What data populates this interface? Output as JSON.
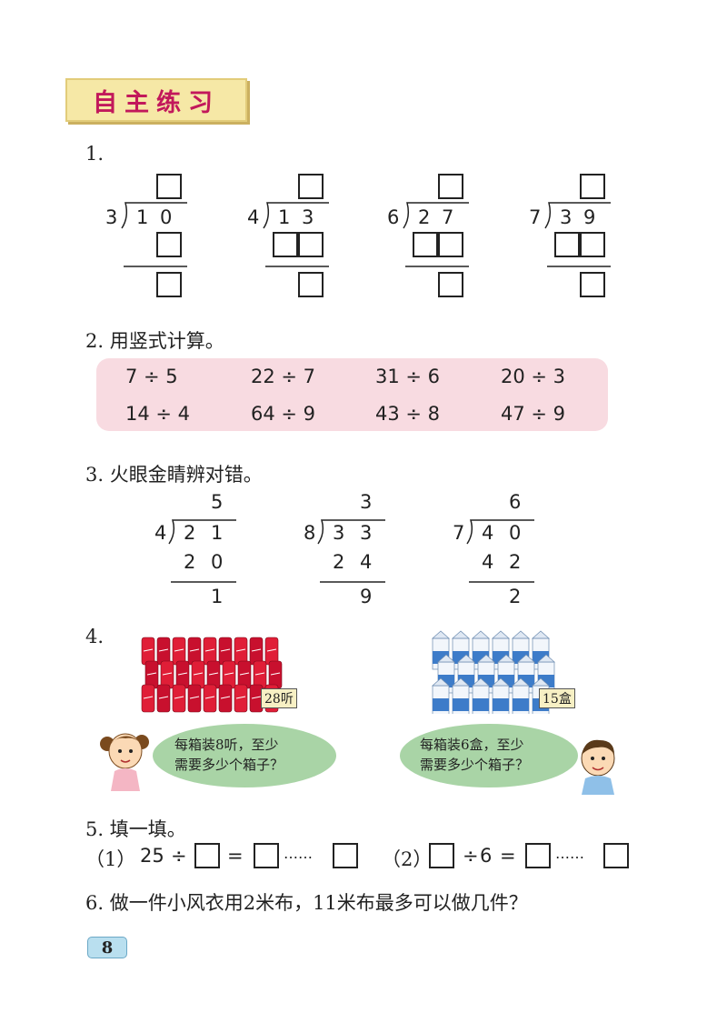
{
  "section_title": "自主练习",
  "q1": {
    "number": "1.",
    "problems": [
      {
        "divisor": "3",
        "dividend": [
          "1",
          "0"
        ]
      },
      {
        "divisor": "4",
        "dividend": [
          "1",
          "3"
        ]
      },
      {
        "divisor": "6",
        "dividend": [
          "2",
          "7"
        ]
      },
      {
        "divisor": "7",
        "dividend": [
          "3",
          "9"
        ]
      }
    ]
  },
  "q2": {
    "label": "2. 用竖式计算。",
    "rows": [
      [
        "7 ÷ 5",
        "22 ÷ 7",
        "31 ÷ 6",
        "20 ÷ 3"
      ],
      [
        "14 ÷ 4",
        "64 ÷ 9",
        "43 ÷ 8",
        "47 ÷ 9"
      ]
    ]
  },
  "q3": {
    "label": "3. 火眼金睛辨对错。",
    "problems": [
      {
        "quotient": "5",
        "divisor": "4",
        "dividend": [
          "2",
          "1"
        ],
        "product": [
          "2",
          "0"
        ],
        "remainder": "1"
      },
      {
        "quotient": "3",
        "divisor": "8",
        "dividend": [
          "3",
          "3"
        ],
        "product": [
          "2",
          "4"
        ],
        "remainder": "9"
      },
      {
        "quotient": "6",
        "divisor": "7",
        "dividend": [
          "4",
          "0"
        ],
        "product": [
          "4",
          "2"
        ],
        "remainder": "2"
      }
    ]
  },
  "q4": {
    "number": "4.",
    "left": {
      "tag": "28听",
      "bubble_line1": "每箱装8听，至少",
      "bubble_line2": "需要多少个箱子？"
    },
    "right": {
      "tag": "15盒",
      "bubble_line1": "每箱装6盒，至少",
      "bubble_line2": "需要多少个箱子？"
    }
  },
  "q5": {
    "label": "5. 填一填。",
    "part1_label": "（1）",
    "part1_number": "25",
    "part2_label": "（2）",
    "part2_number": "6",
    "divide": "÷",
    "equals": "=",
    "dots": "……"
  },
  "q6": {
    "label": "6. 做一件小风衣用2米布，11米布最多可以做几件？"
  },
  "page_number": "8",
  "colors": {
    "banner_text": "#c2185b",
    "banner_bg": "#f6e8a6",
    "pink_panel": "#f8dbe1",
    "bubble": "#a9d4a6",
    "page_tab": "#b9dfef"
  }
}
